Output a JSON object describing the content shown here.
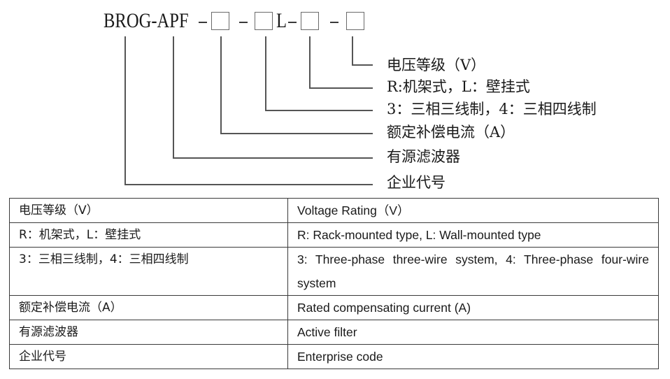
{
  "model_code": {
    "prefix": "BROG-APF",
    "segments": [
      {
        "type": "dash",
        "text": "-"
      },
      {
        "type": "box",
        "meaning_index": 3
      },
      {
        "type": "dash",
        "text": "-"
      },
      {
        "type": "box",
        "meaning_index": 2
      },
      {
        "type": "literal",
        "text": "L"
      },
      {
        "type": "dash",
        "text": "-"
      },
      {
        "type": "box",
        "meaning_index": 1
      },
      {
        "type": "dash",
        "text": "-"
      },
      {
        "type": "box",
        "meaning_index": 0
      }
    ]
  },
  "diagram_labels": [
    "电压等级（V）",
    "R:机架式，L：壁挂式",
    "3：三相三线制，4：三相四线制",
    "额定补偿电流（A）",
    "有源滤波器",
    "企业代号"
  ],
  "table": {
    "rows": [
      {
        "zh": "电压等级（V）",
        "en": "Voltage Rating（V）"
      },
      {
        "zh": "R：机架式，L：壁挂式",
        "en": "R: Rack-mounted type, L: Wall-mounted type"
      },
      {
        "zh": "3：三相三线制，4：三相四线制",
        "en": "3: Three-phase three-wire system,  4: Three-phase four-wire system"
      },
      {
        "zh": "额定补偿电流（A）",
        "en": "Rated compensating current (A)"
      },
      {
        "zh": "有源滤波器",
        "en": "Active filter"
      },
      {
        "zh": "企业代号",
        "en": "Enterprise code"
      }
    ]
  }
}
